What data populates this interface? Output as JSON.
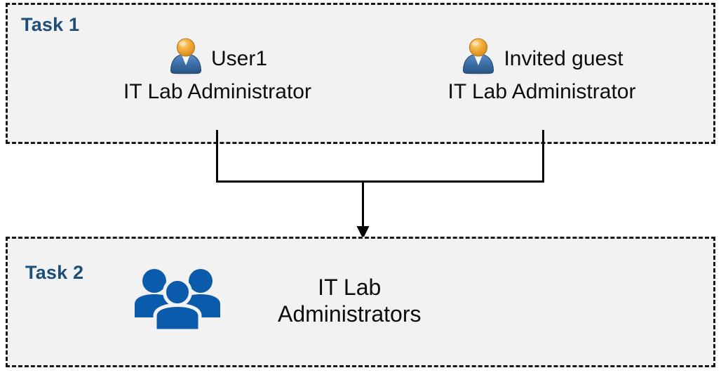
{
  "diagram": {
    "title": "Task 1 and Task 2 user-to-group assignment diagram",
    "colors": {
      "task_label": "#1F4E79",
      "box_fill": "#F2F2F2",
      "box_border": "#1a1a1a",
      "group_icon": "#0B5BAD",
      "connector": "#000000",
      "body_text": "#0d0d0d"
    }
  },
  "task1": {
    "label": "Task 1",
    "people": [
      {
        "icon": "user-icon",
        "name": "User1",
        "role": "IT Lab Administrator"
      },
      {
        "icon": "user-icon",
        "name": "Invited guest",
        "role": "IT Lab Administrator"
      }
    ]
  },
  "task2": {
    "label": "Task 2",
    "group": {
      "icon": "group-of-users-icon",
      "name_line1": "IT Lab",
      "name_line2": "Administrators"
    }
  },
  "connector": {
    "type": "merge-arrow",
    "description": "Two vertical lines from the Task 1 members merge into a horizontal line and a single downward arrow pointing into the Task 2 box.",
    "arrow_head": "down-arrow"
  }
}
